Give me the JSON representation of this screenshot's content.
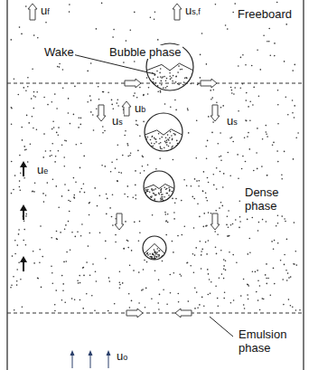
{
  "diagram": {
    "labels": [
      "uf",
      "us,f",
      "Freeboard",
      "Wake",
      "Bubble phase",
      "ub",
      "us",
      "us",
      "Dense phase",
      "ue",
      "Emulsion phase",
      "uo"
    ]
  }
}
